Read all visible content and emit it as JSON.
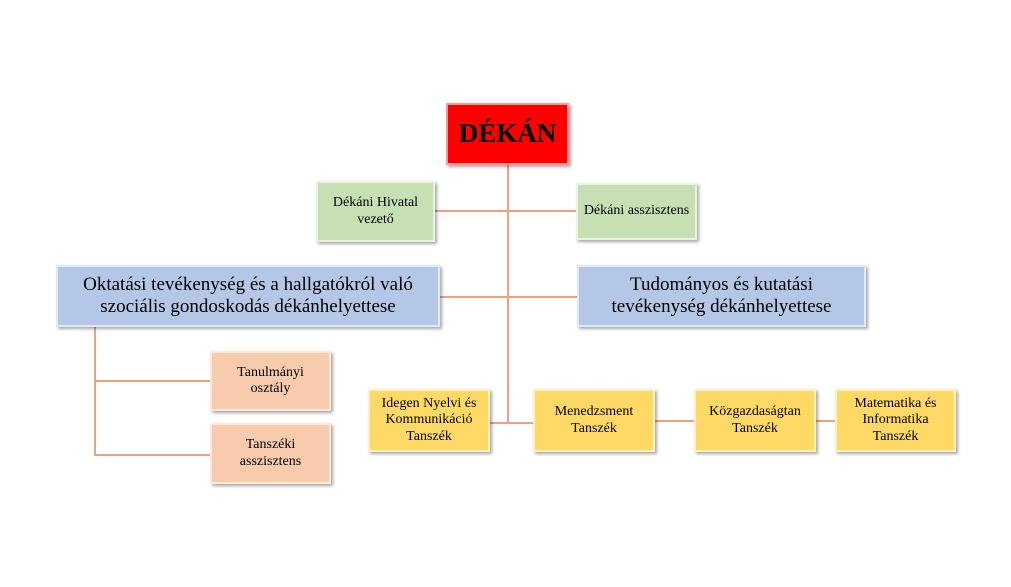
{
  "colors": {
    "dean": "#ff0000",
    "office": "#c6e0b4",
    "vice_dean": "#b4c7e7",
    "support": "#f8cbad",
    "department": "#ffd966",
    "connector": "#f0a080"
  },
  "dean": "DÉKÁN",
  "office_head": "Dékáni Hivatal vezető",
  "dean_assistant": "Dékáni asszisztens",
  "vice_dean_education": "Oktatási tevékenység és a hallgatókról való szociális gondoskodás dékánhelyettese",
  "vice_dean_research": "Tudományos és kutatási tevékenység dékánhelyettese",
  "study_office": "Tanulmányi osztály",
  "department_assistant": "Tanszéki asszisztens",
  "departments": [
    "Idegen Nyelvi és Kommunikáció Tanszék",
    "Menedzsment Tanszék",
    "Közgazdaságtan Tanszék",
    "Matematika és Informatika Tanszék"
  ]
}
